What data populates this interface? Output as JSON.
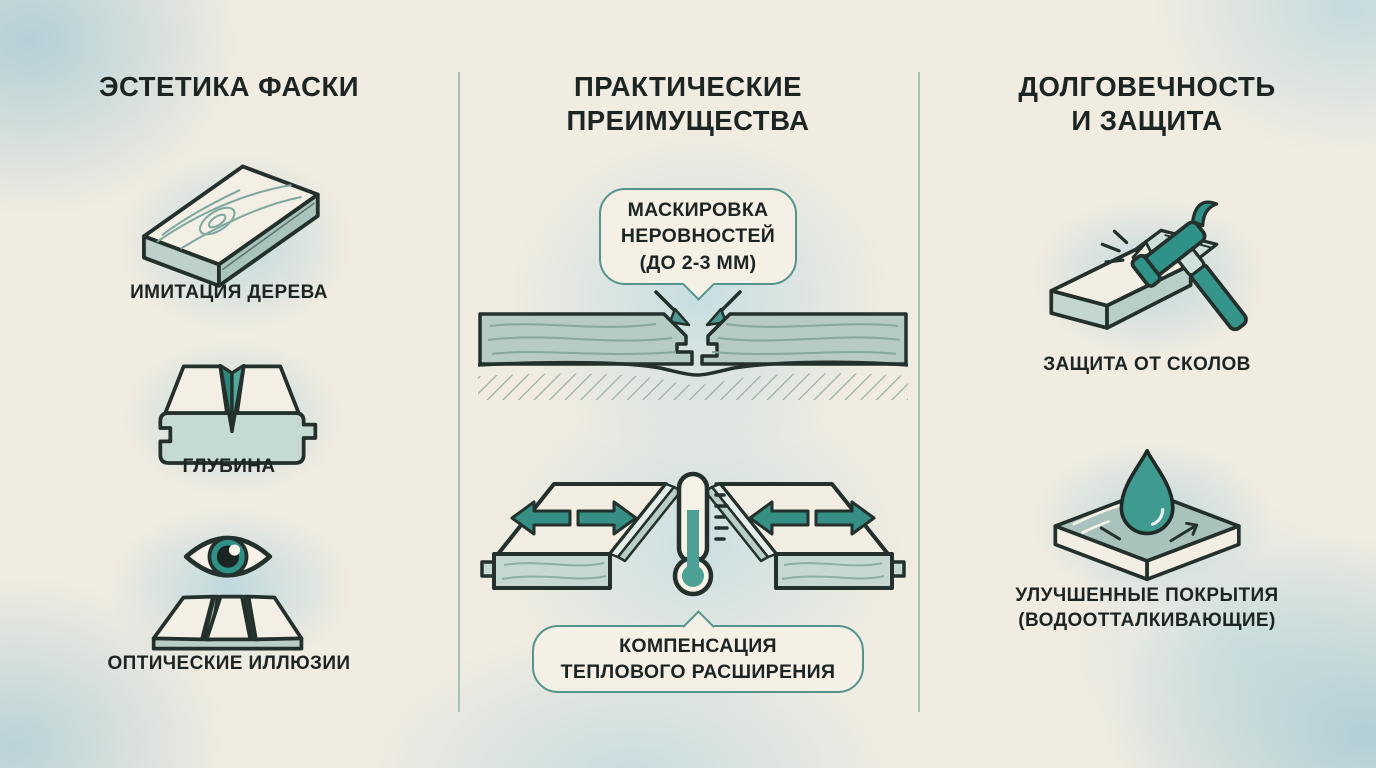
{
  "poster": {
    "language": "ru",
    "topic": "floor-plank-chamfer-benefits"
  },
  "colors": {
    "background_cream": "#f1ece1",
    "glow_blue": "#bad6dd",
    "ink_dark": "#23302c",
    "teal_accent": "#35958b",
    "teal_dark": "#2e857b",
    "sage_panel": "#b9cec7",
    "plank_cream": "#f3efe5",
    "divider_line": "#a6c0ba",
    "callout_border": "#55948c"
  },
  "columns": [
    {
      "id": "aesthetics",
      "title_lines": [
        "ЭСТЕТИКА ФАСКИ"
      ],
      "items": [
        {
          "icon": "wood-plank-icon",
          "label_lines": [
            "ИМИТАЦИЯ ДЕРЕВА"
          ]
        },
        {
          "icon": "v-groove-icon",
          "label_lines": [
            "ГЛУБИНА"
          ]
        },
        {
          "icon": "eye-planks-icon",
          "label_lines": [
            "ОПТИЧЕСКИЕ ИЛЛЮЗИИ"
          ]
        }
      ]
    },
    {
      "id": "practical",
      "title_lines": [
        "ПРАКТИЧЕСКИЕ",
        "ПРЕИМУЩЕСТВА"
      ],
      "callouts": [
        {
          "lines": [
            "МАСКИРОВКА",
            "НЕРОВНОСТЕЙ",
            "(ДО 2-3 ММ)"
          ],
          "tail": "down"
        },
        {
          "lines": [
            "КОМПЕНСАЦИЯ",
            "ТЕПЛОВОГО РАСШИРЕНИЯ"
          ],
          "tail": "up"
        }
      ],
      "diagrams": [
        "floor-joint-cross-section",
        "thermal-expansion"
      ]
    },
    {
      "id": "durability",
      "title_lines": [
        "ДОЛГОВЕЧНОСТЬ",
        "И ЗАЩИТА"
      ],
      "items": [
        {
          "icon": "hammer-icon",
          "label_lines": [
            "ЗАЩИТА ОТ СКОЛОВ"
          ]
        },
        {
          "icon": "water-drop-icon",
          "label_lines": [
            "УЛУЧШЕННЫЕ ПОКРЫТИЯ",
            "(ВОДООТТАЛКИВАЮЩИЕ)"
          ]
        }
      ]
    }
  ]
}
